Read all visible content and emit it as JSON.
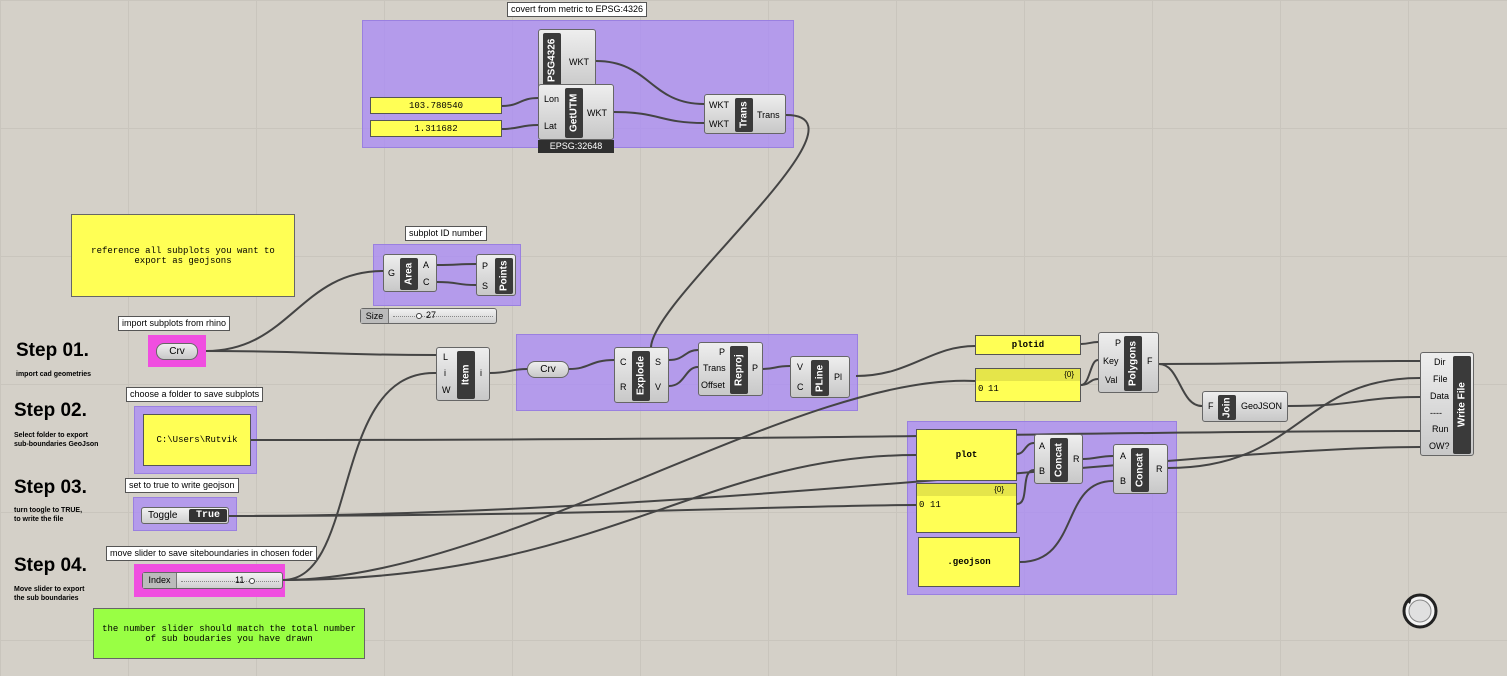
{
  "tips": {
    "epsg_group": "covert from metric to  EPSG:4326",
    "subplot_id": "subplot ID number",
    "import": "import subplots from rhino",
    "folder": "choose a folder to save subplots",
    "toggle": "set to true to write geojson",
    "slider": "move slider to save siteboundaries in chosen foder"
  },
  "steps": [
    {
      "title": "Step 01.",
      "desc": "import cad geometries"
    },
    {
      "title": "Step 02.",
      "desc": "Select folder to export\nsub-boundaries GeoJson"
    },
    {
      "title": "Step 03.",
      "desc": "turn toogle to TRUE,\nto write the file"
    },
    {
      "title": "Step 04.",
      "desc": "Move slider to export\nthe sub boundaries"
    }
  ],
  "notes": {
    "reference": "reference all subplots you want to export as geojsons",
    "slider_note": "the number slider should match the total number of sub boudaries you have drawn"
  },
  "panels": {
    "lon": "103.780540",
    "lat": "1.311682",
    "folder": "C:\\Users\\Rutvik",
    "plotid": "plotid",
    "list_header": "{0}",
    "list_index": "0",
    "list_value": "11",
    "plot": "plot",
    "concat_header": "{0}",
    "concat_index": "0",
    "concat_value": "11",
    "geojson": ".geojson"
  },
  "components": {
    "psg": {
      "name": "PSG4326",
      "out": "WKT"
    },
    "getutm": {
      "name": "GetUTM",
      "in1": "Lon",
      "in2": "Lat",
      "out": "WKT",
      "caption": "EPSG:32648"
    },
    "trans": {
      "name": "Trans",
      "in1": "WKT",
      "in2": "WKT",
      "out": "Trans"
    },
    "area": {
      "name": "Area",
      "in": "G",
      "out1": "A",
      "out2": "C"
    },
    "points": {
      "name": "Points",
      "in1": "P",
      "in2": "S"
    },
    "crv1": {
      "name": "Crv"
    },
    "item": {
      "name": "Item",
      "in1": "L",
      "in2": "i",
      "in3": "W",
      "out": "i"
    },
    "crv2": {
      "name": "Crv"
    },
    "explode": {
      "name": "Explode",
      "in1": "C",
      "in2": "R",
      "out1": "S",
      "out2": "V"
    },
    "reproj": {
      "name": "Reproj",
      "in1": "P",
      "in2": "Trans",
      "in3": "Offset",
      "out": "P"
    },
    "pline": {
      "name": "PLine",
      "in1": "V",
      "in2": "C",
      "out": "Pl"
    },
    "polygons": {
      "name": "Polygons",
      "in1": "P",
      "in2": "Key",
      "in3": "Val",
      "out": "F"
    },
    "join": {
      "name": "Join",
      "in": "F",
      "out": "GeoJSON"
    },
    "writefile": {
      "name": "Write File",
      "in1": "Dir",
      "in2": "File",
      "in3": "Data",
      "in4": "----",
      "in5": "Run",
      "in6": "OW?"
    },
    "concat1": {
      "name": "Concat",
      "in1": "A",
      "in2": "B",
      "out": "R"
    },
    "concat2": {
      "name": "Concat",
      "in1": "A",
      "in2": "B",
      "out": "R"
    }
  },
  "sliders": {
    "size": {
      "label": "Size",
      "value": "27"
    },
    "index": {
      "label": "Index",
      "value": "11"
    }
  },
  "toggle": {
    "label": "Toggle",
    "value": "True"
  }
}
